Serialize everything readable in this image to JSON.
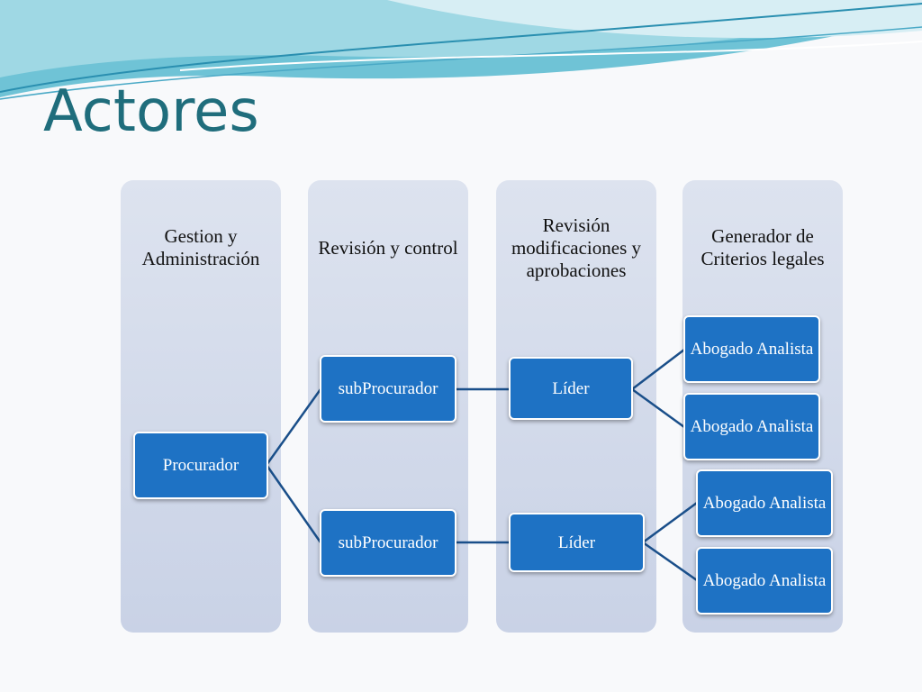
{
  "title": "Actores",
  "columns": [
    {
      "label": "Gestion y Administración"
    },
    {
      "label": "Revisión y control"
    },
    {
      "label": "Revisión modificaciones y aprobaciones"
    },
    {
      "label": "Generador de Criterios legales"
    }
  ],
  "nodes": {
    "procurador": "Procurador",
    "subprocurador_1": "subProcurador",
    "subprocurador_2": "subProcurador",
    "lider_1": "Líder",
    "lider_2": "Líder",
    "abogado_1": "Abogado Analista",
    "abogado_2": "Abogado Analista",
    "abogado_3": "Abogado Analista",
    "abogado_4": "Abogado Analista"
  },
  "colors": {
    "title": "#1f6d7c",
    "node_fill": "#1e72c4",
    "connector": "#1a4f8a",
    "column_fill": "#d3daea"
  }
}
